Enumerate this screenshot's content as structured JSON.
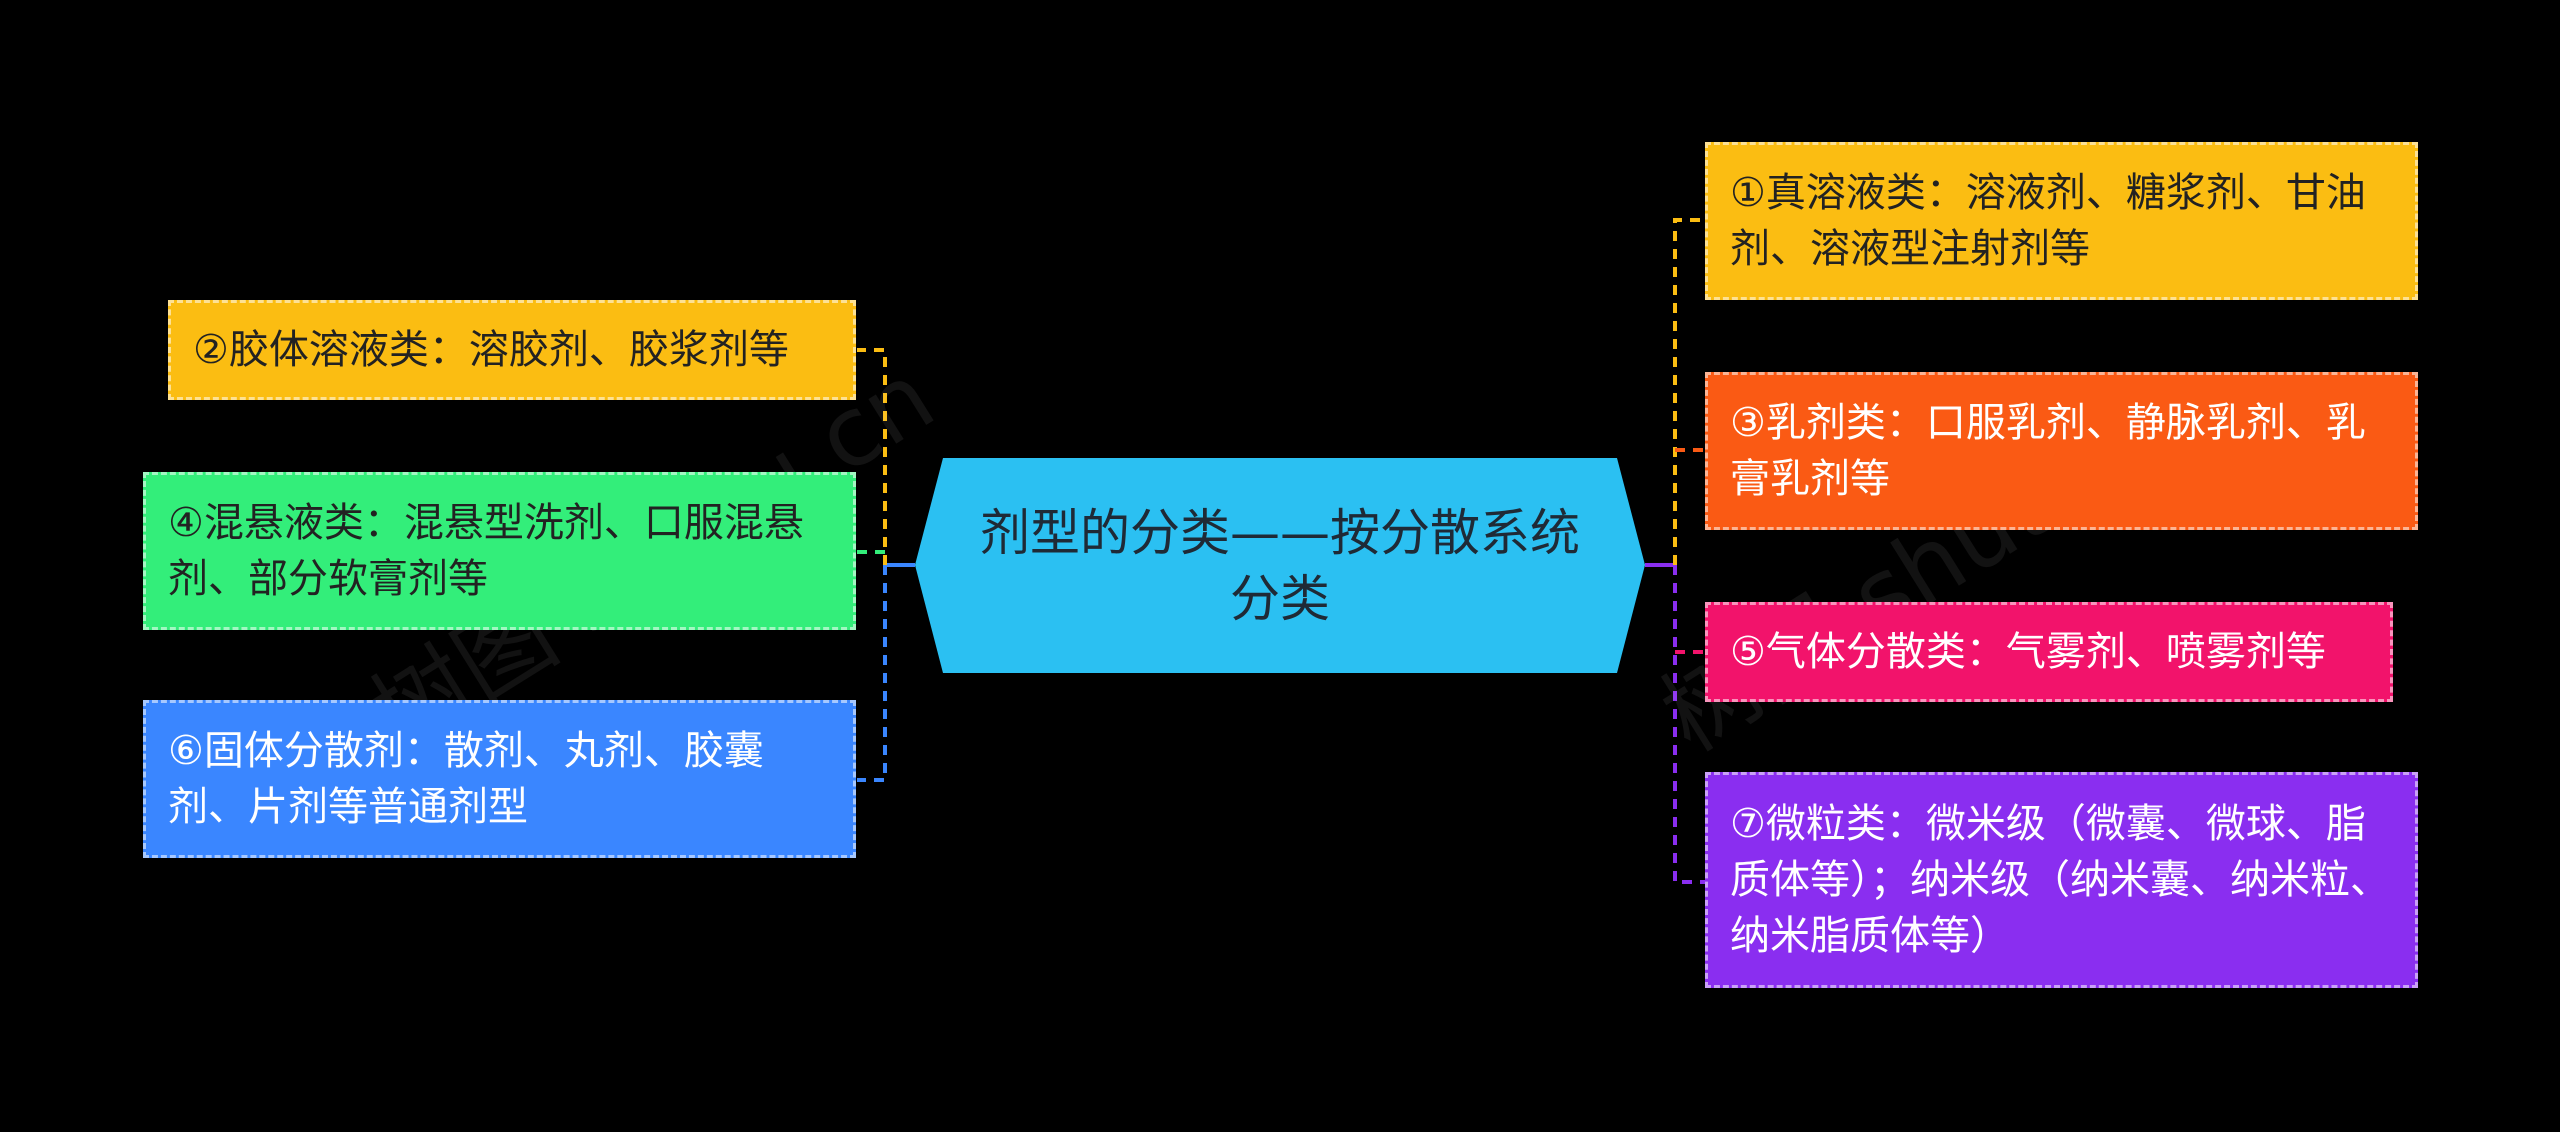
{
  "center": {
    "title": "剂型的分类——按分散系统分类",
    "color": "#2bc0f2"
  },
  "nodes": [
    {
      "id": "n1",
      "text": "①真溶液类：溶液剂、糖浆剂、甘油剂、溶液型注射剂等",
      "color": "#fbbd12"
    },
    {
      "id": "n2",
      "text": "②胶体溶液类：溶胶剂、胶浆剂等",
      "color": "#fbbd12"
    },
    {
      "id": "n3",
      "text": "③乳剂类：口服乳剂、静脉乳剂、乳膏乳剂等",
      "color": "#fa5a14"
    },
    {
      "id": "n4",
      "text": "④混悬液类：混悬型洗剂、口服混悬剂、部分软膏剂等",
      "color": "#33ee7a"
    },
    {
      "id": "n5",
      "text": "⑤气体分散类：气雾剂、喷雾剂等",
      "color": "#f2136b"
    },
    {
      "id": "n6",
      "text": "⑥固体分散剂：散剂、丸剂、胶囊剂、片剂等普通剂型",
      "color": "#3a86ff"
    },
    {
      "id": "n7",
      "text": "⑦微粒类：微米级（微囊、微球、脂质体等）；纳米级（纳米囊、纳米粒、纳米脂质体等）",
      "color": "#8a2ef0"
    }
  ],
  "connector_colors": {
    "left": [
      "#fbbd12",
      "#33ee7a",
      "#3a86ff"
    ],
    "right": [
      "#fbbd12",
      "#fa5a14",
      "#f2136b",
      "#8a2ef0"
    ]
  },
  "watermark": "树图 shutu.cn"
}
